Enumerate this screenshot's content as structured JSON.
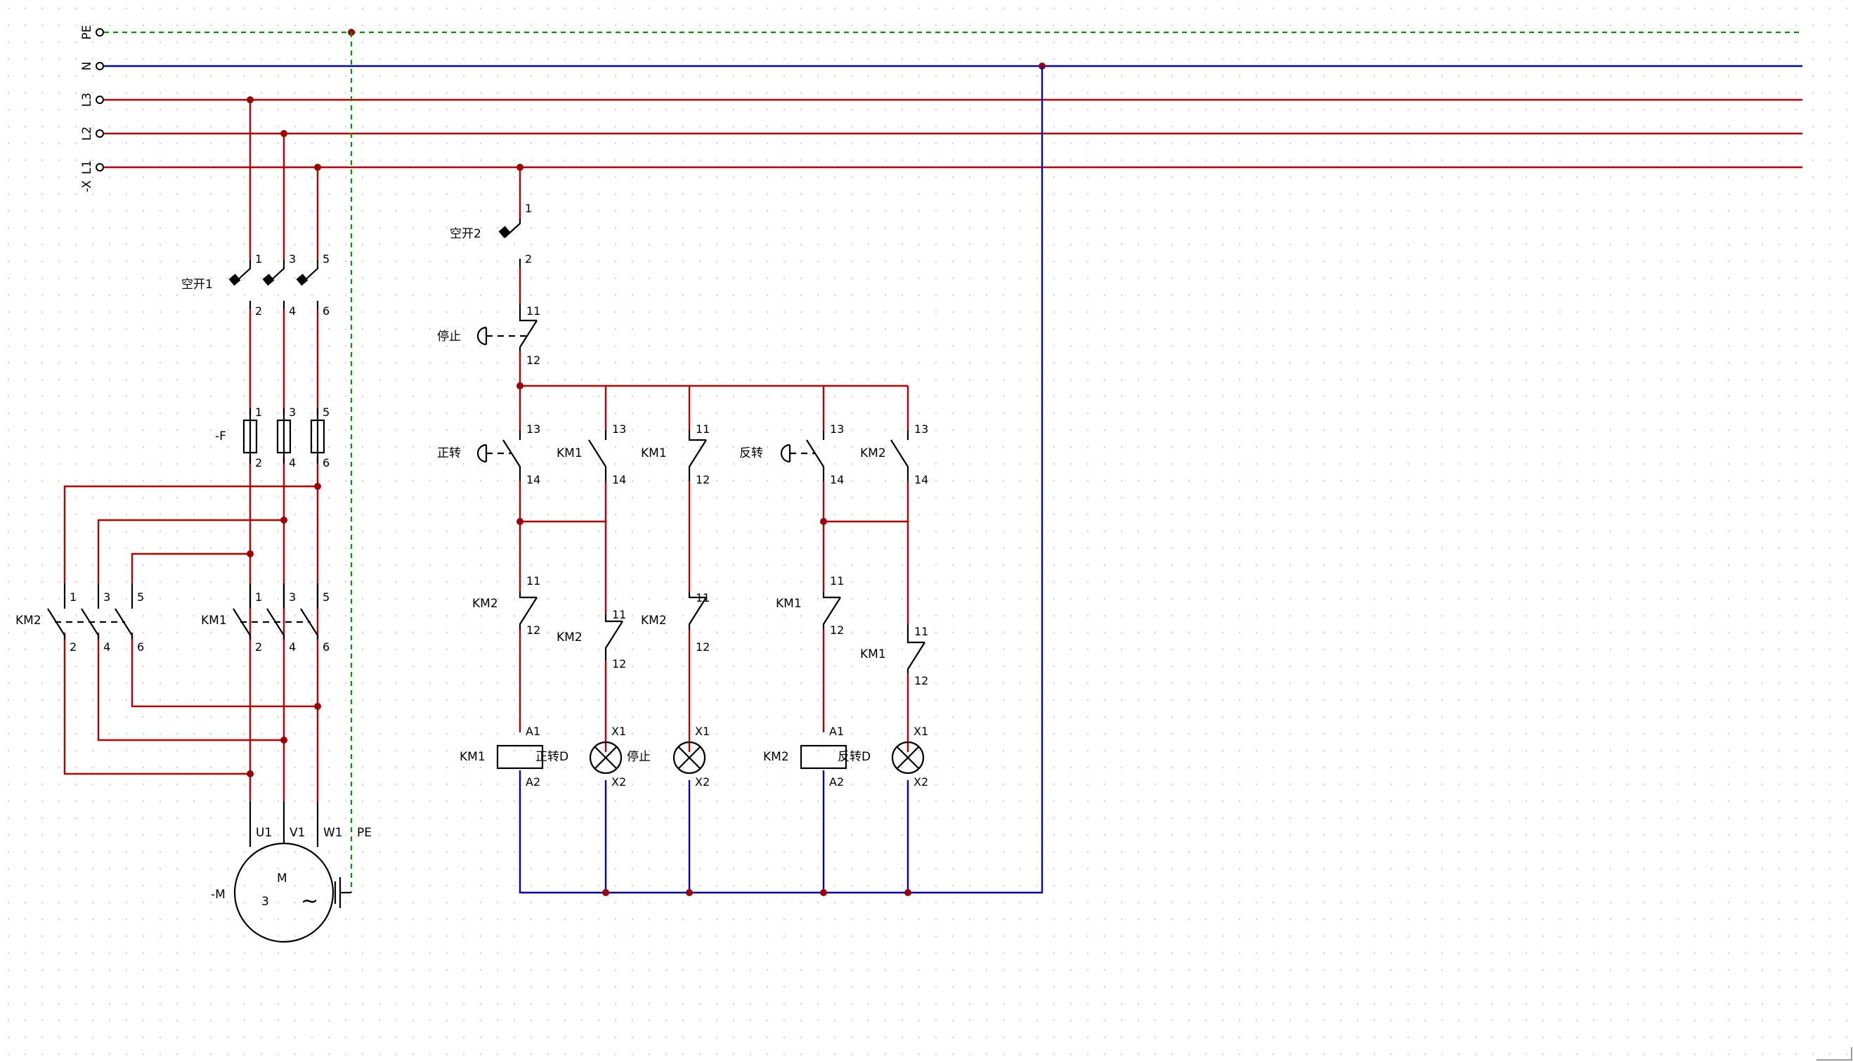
{
  "colors": {
    "phase": "#c00000",
    "neutral": "#0000cc",
    "earth": "#009900",
    "node": "#a00000",
    "grid": "#d6d6d6"
  },
  "rails": {
    "designator": "-X",
    "names": [
      "PE",
      "N",
      "L3",
      "L2",
      "L1"
    ]
  },
  "main_circuit": {
    "breaker": "空开1",
    "fuse": "-F",
    "km1": "KM1",
    "km2": "KM2",
    "motor": {
      "designator": "-M",
      "type": "M",
      "phases": "3",
      "symbol": "~"
    },
    "motor_terminals": [
      "U1",
      "V1",
      "W1",
      "PE"
    ],
    "pins_top": [
      "1",
      "3",
      "5"
    ],
    "pins_bottom": [
      "2",
      "4",
      "6"
    ]
  },
  "control_circuit": {
    "breaker": "空开2",
    "stop_button": "停止",
    "forward_button": "正转",
    "reverse_button": "反转",
    "km1": "KM1",
    "km2": "KM2",
    "lamp_forward": "正转D",
    "lamp_stop": "停止",
    "lamp_reverse": "反转D",
    "pins": {
      "p1": "1",
      "p2": "2",
      "p11": "11",
      "p12": "12",
      "p13": "13",
      "p14": "14",
      "a1": "A1",
      "a2": "A2",
      "x1": "X1",
      "x2": "X2"
    }
  }
}
